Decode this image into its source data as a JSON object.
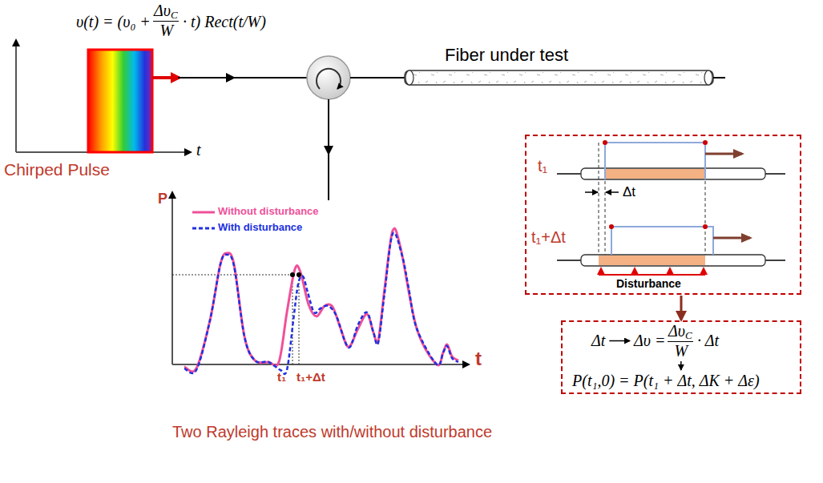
{
  "diagram": {
    "caption": "Two Rayleigh traces with/without disturbance",
    "nodes": [
      {
        "text": [
          "Fiber under test"
        ]
      },
      {
        "text": [
          "t₁",
          "Δt",
          "t₁+Δt",
          "Disturbance"
        ]
      },
      {
        "text": [
          "Δt",
          "Δυ =",
          "Δυ",
          "C",
          "W",
          "· Δt",
          "P(t₁,0) = P(t₁ + Δt, ΔK + Δε)"
        ]
      }
    ],
    "edges": [
      {
        "from": 1,
        "to": 2,
        "arrow": "to"
      }
    ],
    "labels": [
      "υ(t) = (υ₀ +",
      "Δυ",
      "C",
      "W",
      "· t) Rect(t/W)",
      "t",
      "Chirped Pulse",
      "P",
      "t₁",
      "t₁+Δt",
      "t"
    ],
    "legend": [
      {
        "text": "Without disturbance"
      },
      {
        "text": "With disturbance"
      }
    ]
  }
}
